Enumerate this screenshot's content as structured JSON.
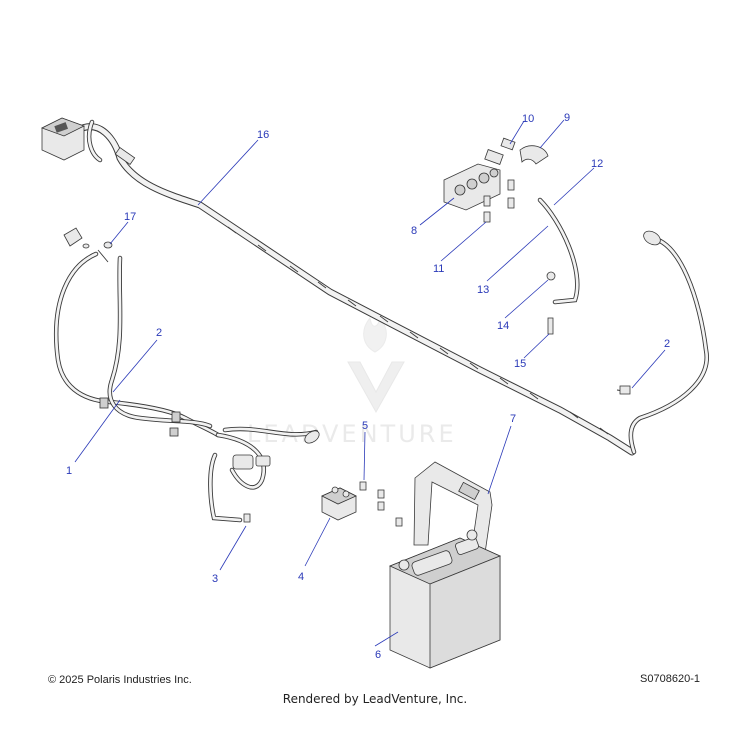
{
  "diagram": {
    "watermark_text": "LEADVENTURE",
    "callouts": [
      "1",
      "2",
      "2",
      "3",
      "4",
      "5",
      "6",
      "7",
      "8",
      "9",
      "10",
      "11",
      "12",
      "13",
      "14",
      "15",
      "16",
      "17"
    ]
  },
  "footer": {
    "copyright": "© 2025 Polaris Industries Inc.",
    "figure_code": "S0708620-1",
    "rendered_by": "Rendered by LeadVenture, Inc."
  }
}
